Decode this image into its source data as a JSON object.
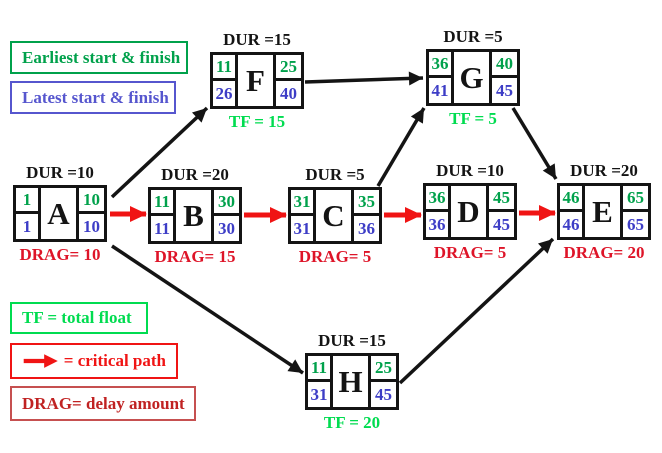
{
  "diagram": {
    "kind": "activity-on-node critical path network",
    "colors": {
      "earliest_green": "#00A14B",
      "total_float_green": "#00DC50",
      "latest_blue": "#3D3DC6",
      "critical_red": "#F01414",
      "drag_crimson": "#DE1428",
      "black": "#141414",
      "background": "#FFFFFF"
    }
  },
  "legend": {
    "earliest": "Earliest start & finish",
    "latest": "Latest start & finish",
    "tf": "TF = total float",
    "critical": "= critical path",
    "drag": "DRAG= delay amount"
  },
  "nodes": [
    {
      "id": "A",
      "dur": "DUR =10",
      "es": "1",
      "ef": "10",
      "ls": "1",
      "lf": "10",
      "footer": "DRAG= 10"
    },
    {
      "id": "B",
      "dur": "DUR =20",
      "es": "11",
      "ef": "30",
      "ls": "11",
      "lf": "30",
      "footer": "DRAG= 15"
    },
    {
      "id": "C",
      "dur": "DUR =5",
      "es": "31",
      "ef": "35",
      "ls": "31",
      "lf": "36",
      "footer": "DRAG= 5"
    },
    {
      "id": "D",
      "dur": "DUR =10",
      "es": "36",
      "ef": "45",
      "ls": "36",
      "lf": "45",
      "footer": "DRAG= 5"
    },
    {
      "id": "E",
      "dur": "DUR =20",
      "es": "46",
      "ef": "65",
      "ls": "46",
      "lf": "65",
      "footer": "DRAG= 20"
    },
    {
      "id": "F",
      "dur": "DUR =15",
      "es": "11",
      "ef": "25",
      "ls": "26",
      "lf": "40",
      "footer": "TF = 15"
    },
    {
      "id": "G",
      "dur": "DUR =5",
      "es": "36",
      "ef": "40",
      "ls": "41",
      "lf": "45",
      "footer": "TF = 5"
    },
    {
      "id": "H",
      "dur": "DUR =15",
      "es": "11",
      "ef": "25",
      "ls": "31",
      "lf": "45",
      "footer": "TF = 20"
    }
  ],
  "edges": [
    {
      "from": "A",
      "to": "F",
      "type": "normal"
    },
    {
      "from": "A",
      "to": "B",
      "type": "critical"
    },
    {
      "from": "A",
      "to": "H",
      "type": "normal"
    },
    {
      "from": "B",
      "to": "C",
      "type": "critical"
    },
    {
      "from": "C",
      "to": "D",
      "type": "critical"
    },
    {
      "from": "C",
      "to": "G",
      "type": "normal"
    },
    {
      "from": "F",
      "to": "G",
      "type": "normal"
    },
    {
      "from": "G",
      "to": "E",
      "type": "normal"
    },
    {
      "from": "D",
      "to": "E",
      "type": "critical"
    },
    {
      "from": "H",
      "to": "E",
      "type": "normal"
    }
  ]
}
